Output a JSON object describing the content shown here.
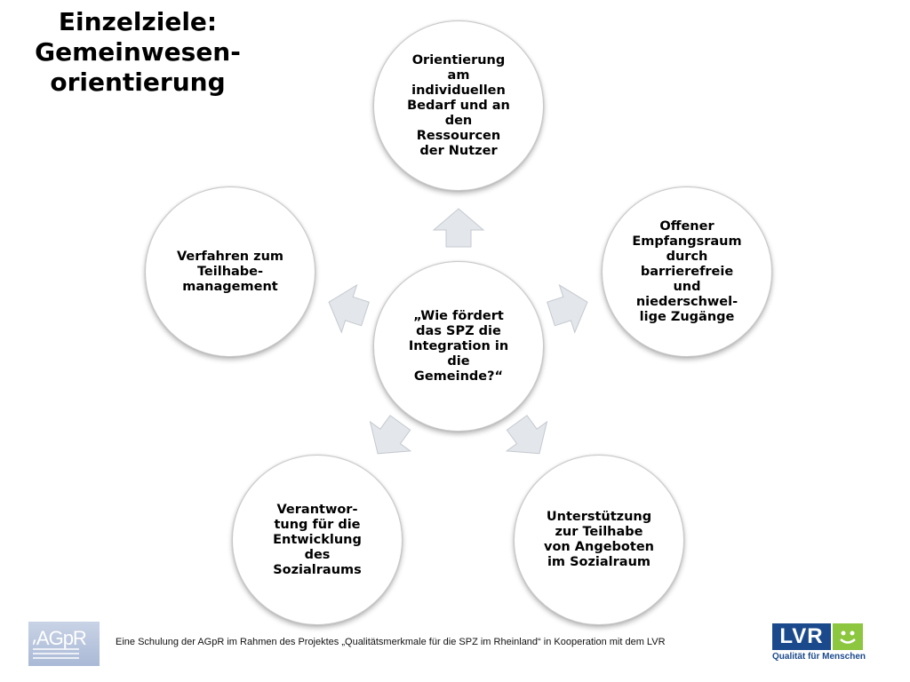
{
  "title": [
    "Einzelziele:",
    "Gemeinwesen-",
    "orientierung"
  ],
  "center_question": "„Wie fördert\ndas SPZ die\nIntegration in\ndie\nGemeinde?“",
  "goals": [
    "Orientierung\nam\nindividuellen\nBedarf und an\nden\nRessourcen\nder Nutzer",
    "Offener\nEmpfangsraum\ndurch\nbarrierefreie\nund\nniederschwel-\nlige Zugänge",
    "Unterstützung\nzur Teilhabe\nvon Angeboten\nim Sozialraum",
    "Verantwor-\ntung für die\nEntwicklung\ndes\nSozialraums",
    "Verfahren zum\nTeilhabe-\nmanagement"
  ],
  "footer": {
    "text": "Eine Schulung der AGpR im Rahmen des Projektes „Qualitätsmerkmale für die SPZ im Rheinland“ in Kooperation mit dem LVR",
    "agpr_logo_text": "AGpR",
    "lvr_logo_text": "LVR",
    "lvr_tagline": "Qualität für Menschen"
  },
  "colors": {
    "arrow_fill": "#e3e6ea",
    "arrow_stroke": "#c4c9cf",
    "lvr_blue": "#1b4a8c",
    "lvr_green": "#8dc63f"
  }
}
